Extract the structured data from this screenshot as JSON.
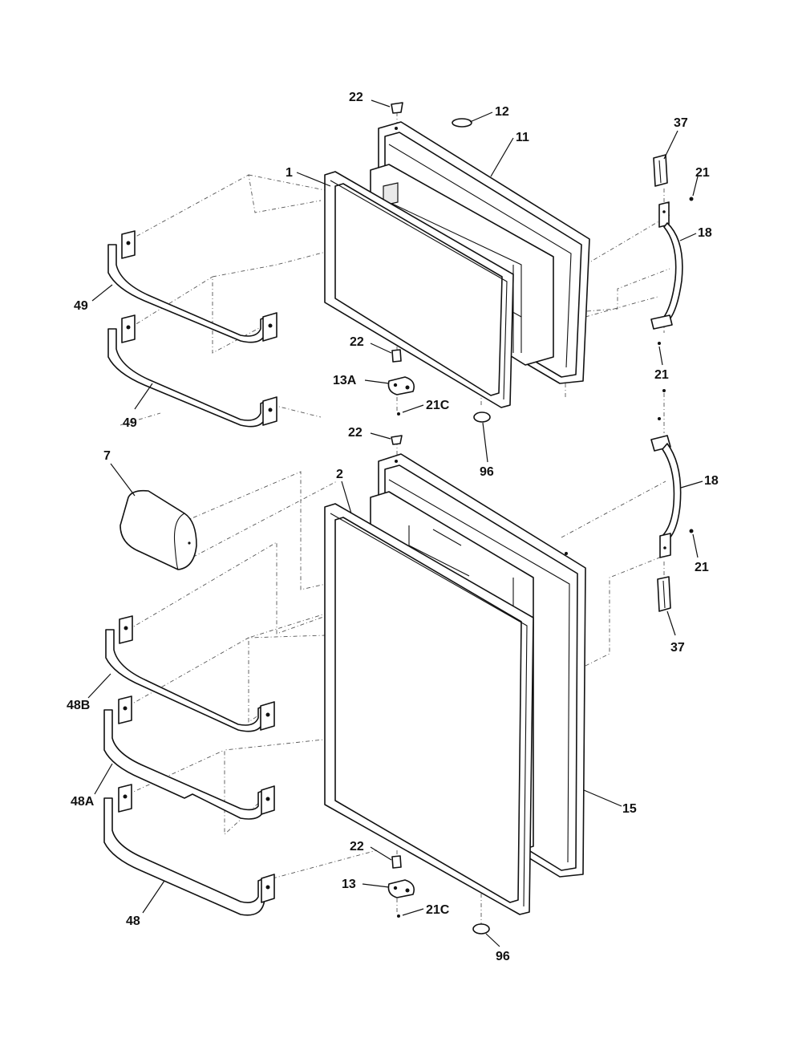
{
  "callouts": [
    {
      "id": "c-22-top",
      "text": "22"
    },
    {
      "id": "c-12",
      "text": "12"
    },
    {
      "id": "c-11",
      "text": "11"
    },
    {
      "id": "c-1",
      "text": "1"
    },
    {
      "id": "c-37-top",
      "text": "37"
    },
    {
      "id": "c-21-top",
      "text": "21"
    },
    {
      "id": "c-18-top",
      "text": "18"
    },
    {
      "id": "c-49-a",
      "text": "49"
    },
    {
      "id": "c-49-b",
      "text": "49"
    },
    {
      "id": "c-22-mid",
      "text": "22"
    },
    {
      "id": "c-13A",
      "text": "13A"
    },
    {
      "id": "c-21C-top",
      "text": "21C"
    },
    {
      "id": "c-21-mid",
      "text": "21"
    },
    {
      "id": "c-22-low",
      "text": "22"
    },
    {
      "id": "c-96-top",
      "text": "96"
    },
    {
      "id": "c-7",
      "text": "7"
    },
    {
      "id": "c-2",
      "text": "2"
    },
    {
      "id": "c-18-low",
      "text": "18"
    },
    {
      "id": "c-21-low",
      "text": "21"
    },
    {
      "id": "c-37-low",
      "text": "37"
    },
    {
      "id": "c-48B",
      "text": "48B"
    },
    {
      "id": "c-48A",
      "text": "48A"
    },
    {
      "id": "c-15",
      "text": "15"
    },
    {
      "id": "c-22-bot",
      "text": "22"
    },
    {
      "id": "c-13",
      "text": "13"
    },
    {
      "id": "c-21C-bot",
      "text": "21C"
    },
    {
      "id": "c-48",
      "text": "48"
    },
    {
      "id": "c-96-bot",
      "text": "96"
    }
  ]
}
